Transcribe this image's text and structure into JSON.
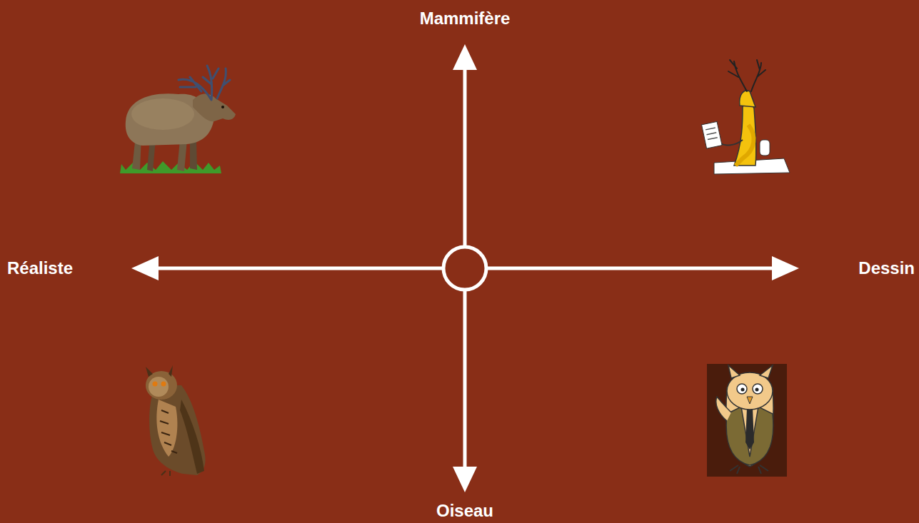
{
  "diagram": {
    "labels": [
      "Mammifère",
      "Réaliste",
      "Dessin",
      "Oiseau"
    ]
  }
}
